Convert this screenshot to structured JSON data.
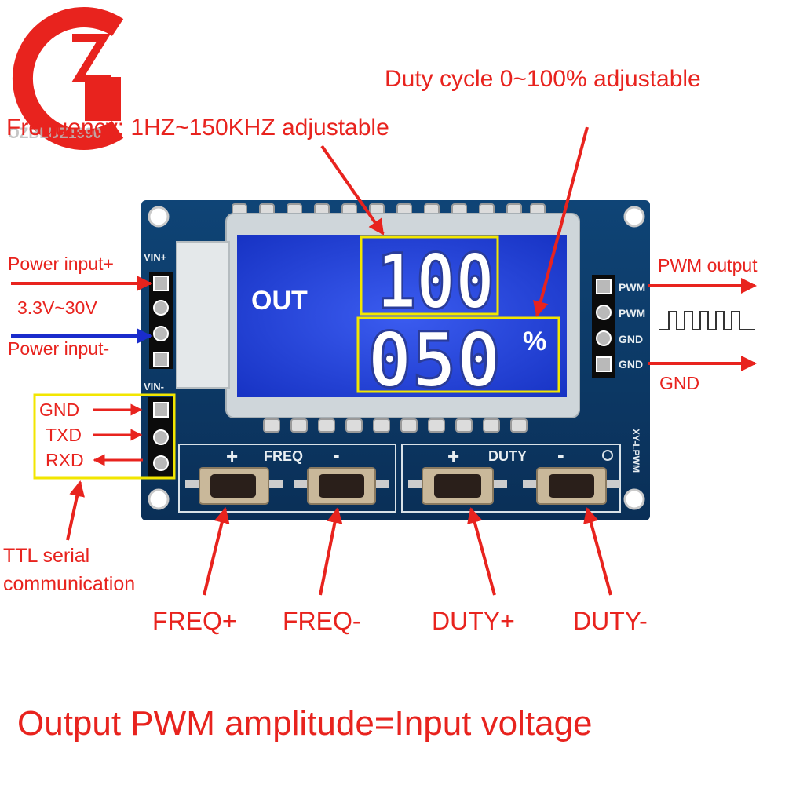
{
  "logo": {
    "watermark": "OZBLUZ1990"
  },
  "callouts": {
    "duty_cycle": "Duty cycle 0~100% adjustable",
    "frequency": "Frequency: 1HZ~150KHZ adjustable",
    "power_plus": "Power input+",
    "voltage_range": "3.3V~30V",
    "power_minus": "Power input-",
    "pwm_output": "PWM output",
    "gnd_right": "GND",
    "ttl_line1": "TTL serial",
    "ttl_line2": "communication",
    "freq_plus": "FREQ+",
    "freq_minus": "FREQ-",
    "duty_plus": "DUTY+",
    "duty_minus": "DUTY-",
    "footer": "Output PWM amplitude=Input voltage"
  },
  "serial_pins": [
    "GND",
    "TXD",
    "RXD"
  ],
  "board": {
    "vin_plus": "VIN+",
    "vin_minus": "VIN-",
    "output_pins": [
      "PWM",
      "PWM",
      "GND",
      "GND"
    ],
    "freq_group": "FREQ",
    "duty_group": "DUTY",
    "plus_sign": "+",
    "minus_sign": "-",
    "model": "XY-LPWM"
  },
  "lcd": {
    "out": "OUT",
    "frequency_value": "100",
    "duty_value": "050",
    "percent": "%"
  },
  "colors": {
    "annotation_red": "#e8231e",
    "highlight_yellow": "#f2e600",
    "pcb_blue": "#0d3a6a",
    "lcd_blue": "#2345d8",
    "arrow_blue": "#1a2ccc"
  }
}
